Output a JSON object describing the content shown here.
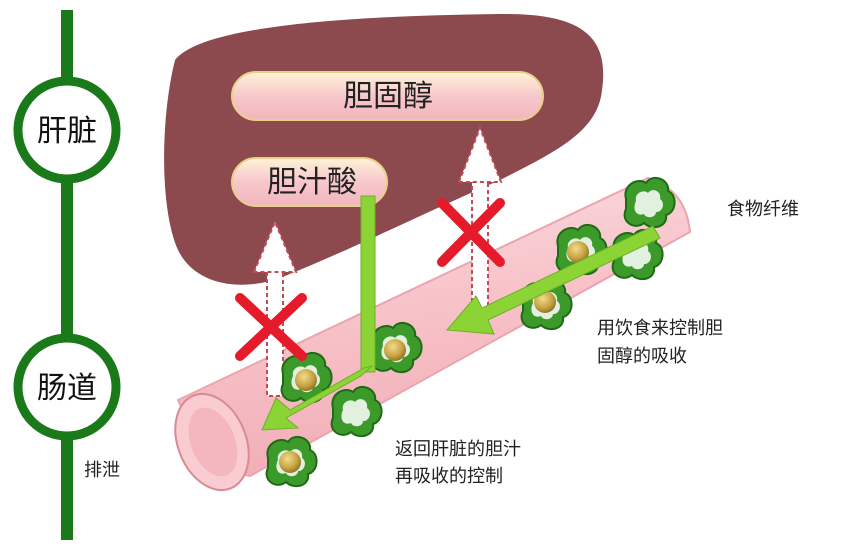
{
  "timeline": {
    "liver_label": "肝脏",
    "intestine_label": "肠道",
    "excretion_label": "排泄"
  },
  "diagram": {
    "cholesterol_label": "胆固醇",
    "bile_acid_label": "胆汁酸",
    "fiber_label": "食物纤维",
    "diet_control_label_line1": "用饮食来控制胆",
    "diet_control_label_line2": "固醇的吸收",
    "bile_return_label_line1": "返回肝脏的胆汁",
    "bile_return_label_line2": "再吸收的控制"
  },
  "colors": {
    "timeline_green": "#1a7a1a",
    "liver": "#8c4a4e",
    "intestine": "#f6c4c8",
    "arrow_green": "#8cd336",
    "cross_red": "#e51a2a",
    "fiber_green": "#3c9a2a",
    "bubble_gold": "#c9a545"
  }
}
